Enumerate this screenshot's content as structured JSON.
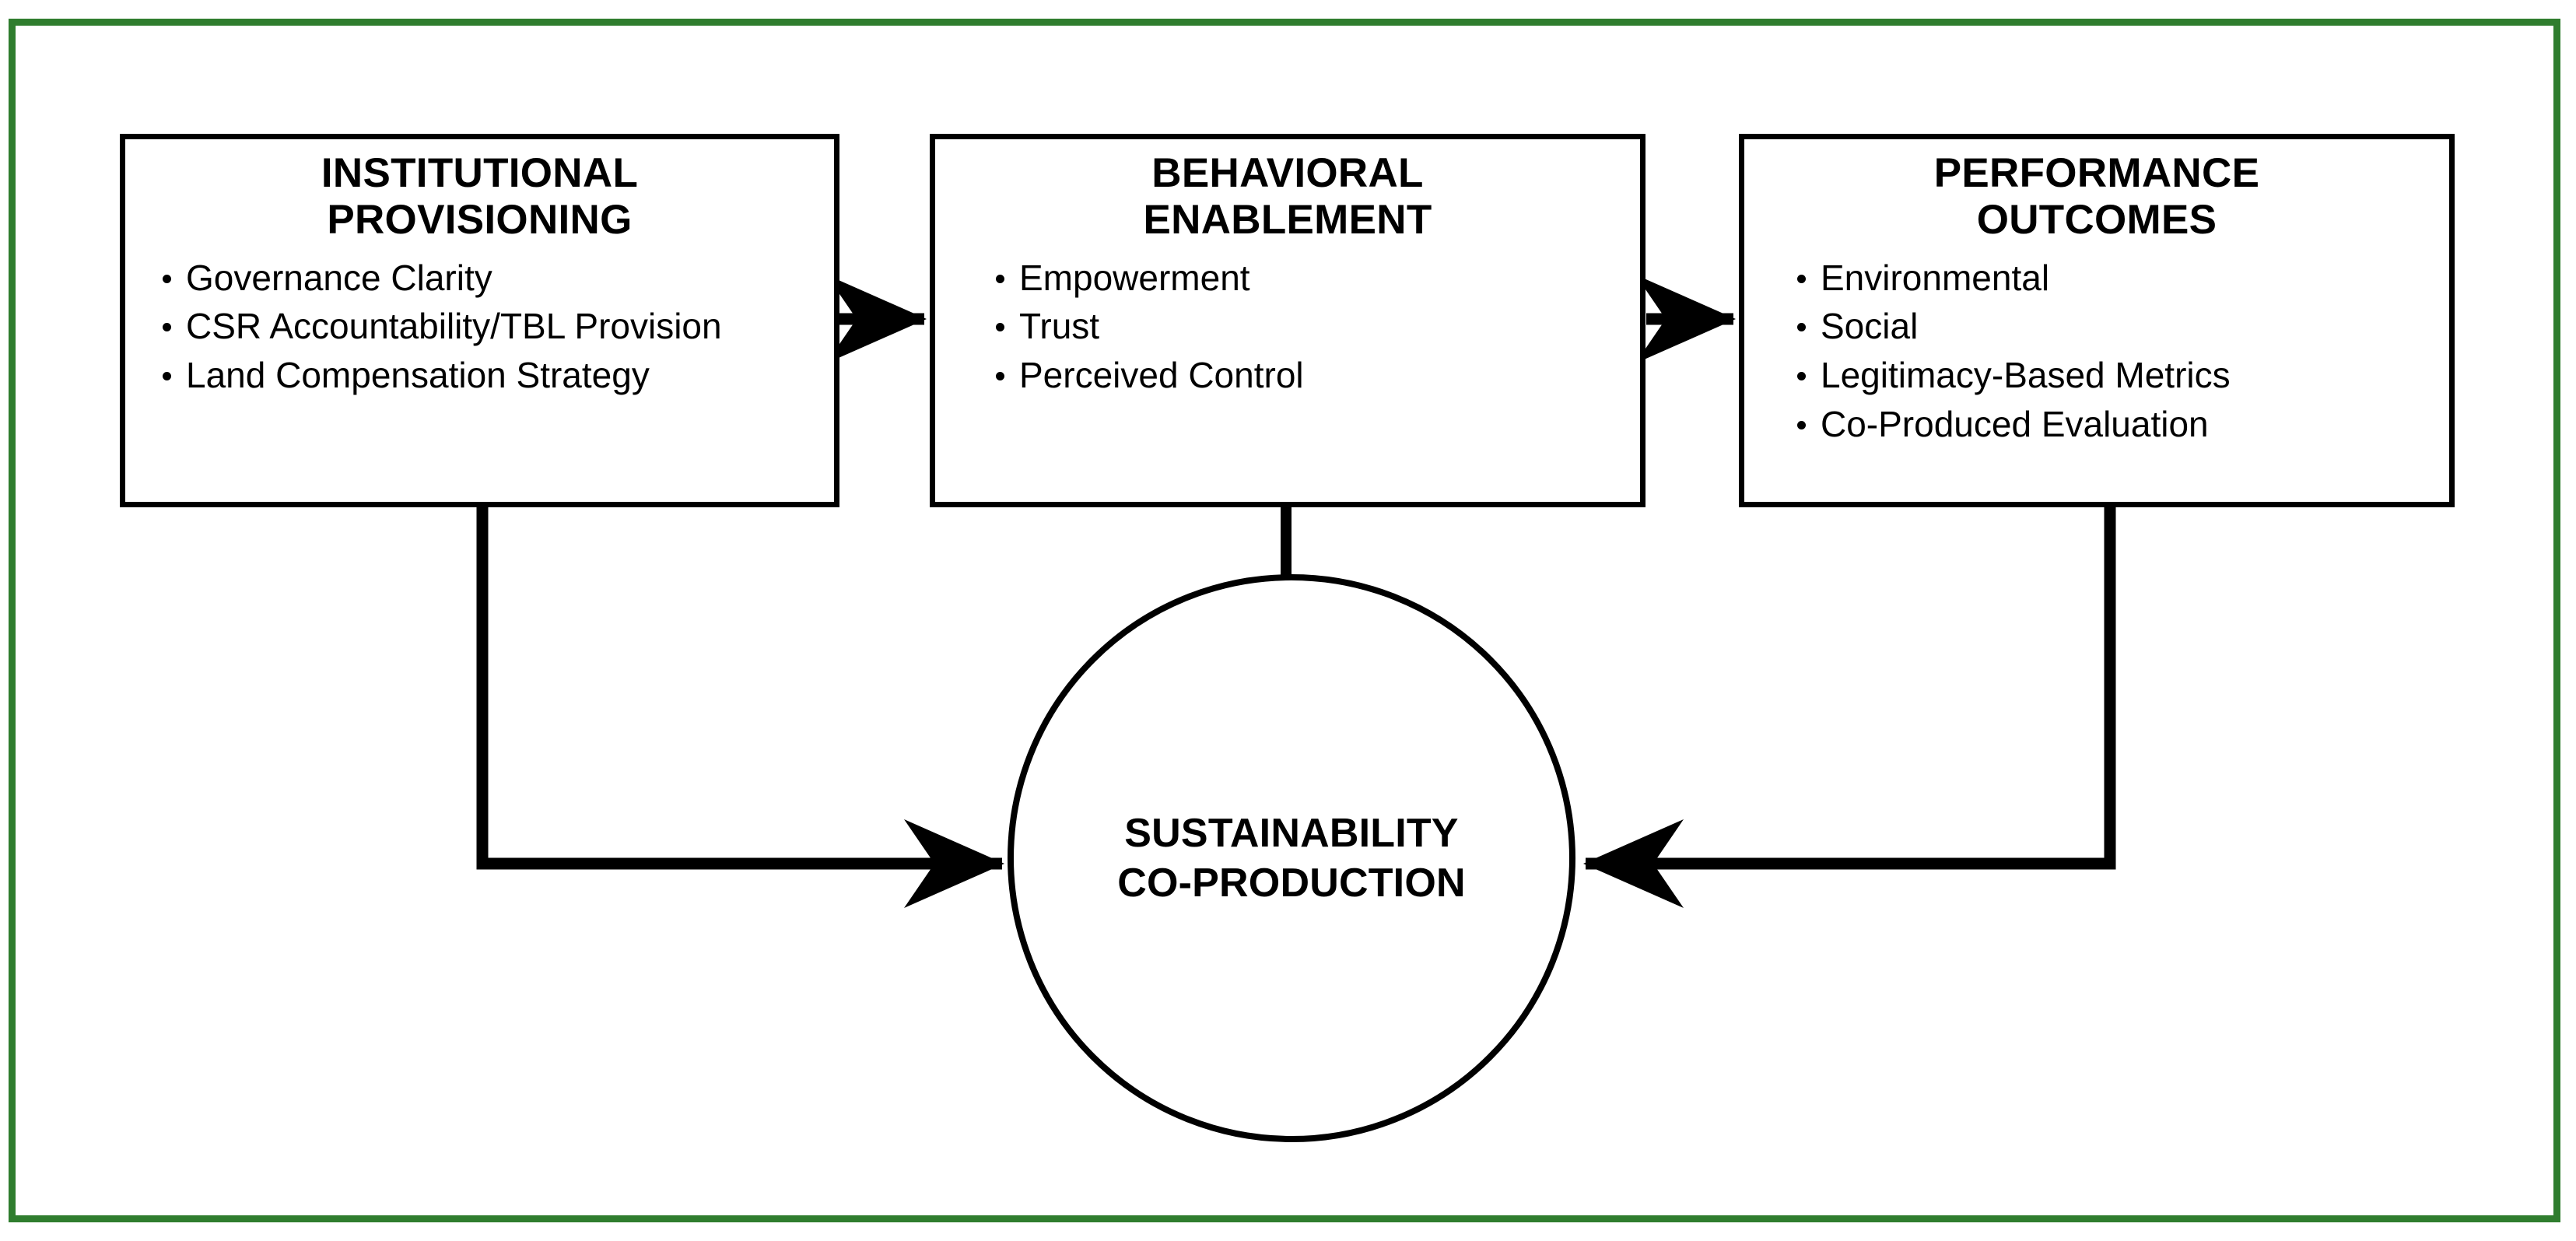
{
  "frame": {
    "border_color": "#2f7d2e",
    "background": "#ffffff"
  },
  "diagram": {
    "line_color": "#000000",
    "type": "conceptual-framework-flow"
  },
  "boxes": [
    {
      "id": "institutional-provisioning",
      "title": "INSTITUTIONAL\nPROVISIONING",
      "items": [
        "Governance Clarity",
        "CSR Accountability/TBL Provision",
        "Land Compensation Strategy"
      ]
    },
    {
      "id": "behavioral-enablement",
      "title": "BEHAVIORAL\nENABLEMENT",
      "items": [
        "Empowerment",
        "Trust",
        "Perceived Control"
      ]
    },
    {
      "id": "performance-outcomes",
      "title": "PERFORMANCE\nOUTCOMES",
      "items": [
        "Environmental",
        "Social",
        "Legitimacy-Based Metrics",
        "Co-Produced Evaluation"
      ]
    }
  ],
  "circle": {
    "id": "sustainability-co-production",
    "label": "SUSTAINABILITY\nCO-PRODUCTION"
  },
  "connectors": [
    {
      "id": "institutional-to-behavioral",
      "from": "institutional-provisioning",
      "to": "behavioral-enablement",
      "style": "arrow-right"
    },
    {
      "id": "behavioral-to-performance",
      "from": "behavioral-enablement",
      "to": "performance-outcomes",
      "style": "arrow-right"
    },
    {
      "id": "institutional-to-circle",
      "from": "institutional-provisioning",
      "to": "sustainability-co-production",
      "style": "elbow-arrow"
    },
    {
      "id": "behavioral-to-circle",
      "from": "behavioral-enablement",
      "to": "sustainability-co-production",
      "style": "plain-line"
    },
    {
      "id": "performance-to-circle",
      "from": "performance-outcomes",
      "to": "sustainability-co-production",
      "style": "elbow-arrow"
    }
  ]
}
